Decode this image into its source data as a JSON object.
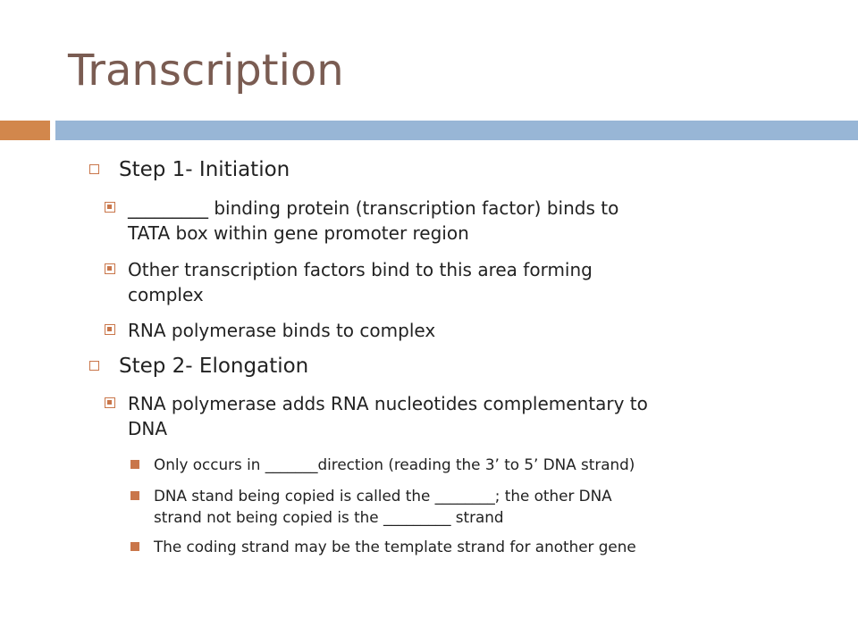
{
  "slide": {
    "title": "Transcription",
    "colors": {
      "title": "#7a5c52",
      "accent_bar": "#d2874c",
      "main_bar": "#98b6d6",
      "bullet": "#c9764a"
    },
    "items": [
      {
        "level": 1,
        "text": "Step 1- Initiation"
      },
      {
        "level": 2,
        "lines": [
          "_________ binding protein (transcription factor) binds to",
          "TATA box within gene promoter region"
        ]
      },
      {
        "level": 2,
        "lines": [
          "Other transcription factors bind to this area forming",
          "complex"
        ]
      },
      {
        "level": 2,
        "lines": [
          "RNA polymerase binds to complex"
        ]
      },
      {
        "level": 1,
        "text": "Step 2- Elongation"
      },
      {
        "level": 2,
        "lines": [
          "RNA polymerase adds RNA nucleotides complementary to",
          "DNA"
        ]
      },
      {
        "level": 3,
        "lines": [
          "Only occurs in _______direction (reading the 3’ to 5’ DNA strand)"
        ]
      },
      {
        "level": 3,
        "lines": [
          "DNA stand being copied is called the ________; the other DNA",
          "strand not being copied is the _________ strand"
        ]
      },
      {
        "level": 3,
        "lines": [
          "The coding strand may be the template strand for another gene"
        ]
      }
    ]
  }
}
